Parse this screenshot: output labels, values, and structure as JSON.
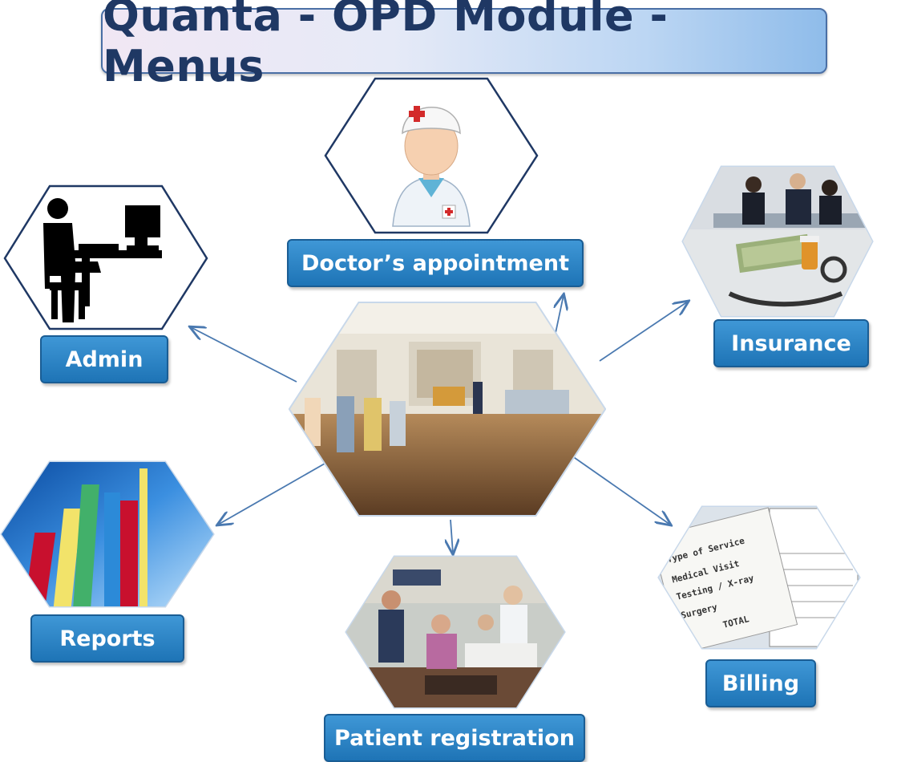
{
  "title": "Quanta - OPD Module - Menus",
  "menus": {
    "doctor_appointment": "Doctor’s appointment",
    "admin": "Admin",
    "insurance": "Insurance",
    "reports": "Reports",
    "billing": "Billing",
    "patient_registration": "Patient registration"
  },
  "billing_doc": {
    "line1": "Type of Service",
    "line2": "Medical Visit",
    "line3": "Testing / X-ray",
    "line4": "Surgery",
    "line5": "TOTAL"
  },
  "colors": {
    "label_blue": "#2a82c6",
    "title_text": "#1f3864",
    "connector": "#4a79b0"
  },
  "icons": {
    "doctor": "nurse-doctor-icon",
    "admin": "computer-user-icon",
    "insurance": "insurance-photo",
    "reports": "bar-chart-icon",
    "billing": "bill-document-icon",
    "registration": "registration-photo",
    "center": "hospital-lobby-photo"
  }
}
